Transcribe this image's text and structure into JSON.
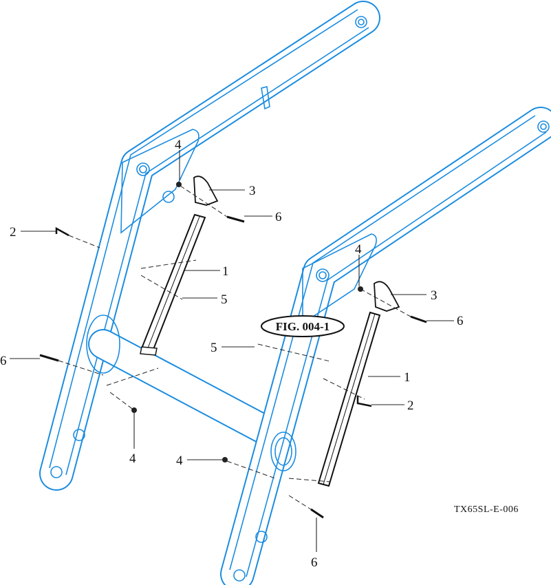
{
  "figure": {
    "title": "FIG. 004-1",
    "drawing_code": "TX65SL-E-006",
    "line_color": "#1a8ce0",
    "callouts": [
      {
        "id": "c4a",
        "label": "4"
      },
      {
        "id": "c3a",
        "label": "3"
      },
      {
        "id": "c6a",
        "label": "6"
      },
      {
        "id": "c2a",
        "label": "2"
      },
      {
        "id": "c1a",
        "label": "1"
      },
      {
        "id": "c5a",
        "label": "5"
      },
      {
        "id": "c6b",
        "label": "6"
      },
      {
        "id": "c4b",
        "label": "4"
      },
      {
        "id": "c4c",
        "label": "4"
      },
      {
        "id": "c3b",
        "label": "3"
      },
      {
        "id": "c6c",
        "label": "6"
      },
      {
        "id": "c5b",
        "label": "5"
      },
      {
        "id": "c1b",
        "label": "1"
      },
      {
        "id": "c2b",
        "label": "2"
      },
      {
        "id": "c4d",
        "label": "4"
      },
      {
        "id": "c6d",
        "label": "6"
      }
    ]
  }
}
